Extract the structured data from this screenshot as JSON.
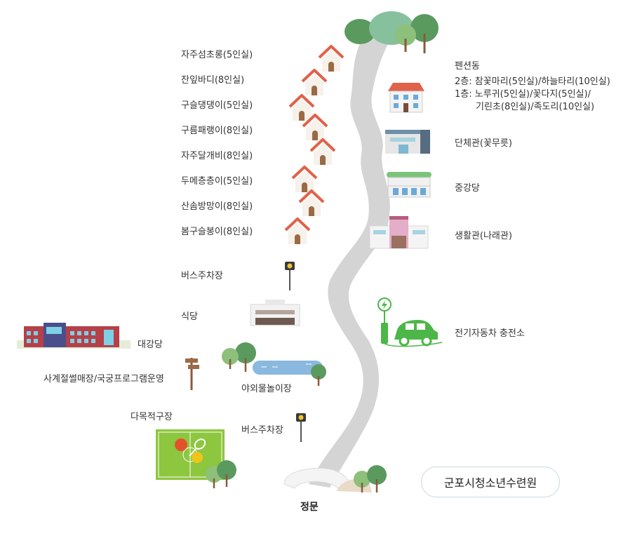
{
  "title": "군포시청소년수련원",
  "gate_label": "정문",
  "cabins": [
    "자주섬초롱(5인실)",
    "잔잎바디(8인실)",
    "구슬댕댕이(5인실)",
    "구름패랭이(8인실)",
    "자주달개비(8인실)",
    "두메층층이(5인실)",
    "산솜방망이(8인실)",
    "봄구슬봉이(8인실)"
  ],
  "pension": {
    "name": "펜션동",
    "floor2_label": "2층:",
    "floor2_rooms": "참꽃마리(5인실)/하늘타리(10인실)",
    "floor1_label": "1층:",
    "floor1_rooms_line1": "노루귀(5인실)/꽃다지(5인실)/",
    "floor1_rooms_line2": "기린초(8인실)/족도리(10인실)"
  },
  "facilities": {
    "training_hall": "단체관(꽃무릇)",
    "middle_hall": "중강당",
    "living_hall": "생활관(나래관)",
    "bus_stop_upper": "버스주차장",
    "cafeteria": "식당",
    "auditorium": "대강당",
    "program_area": "사계절썰매장/국궁프로그램운영",
    "water_play": "야외물놀이장",
    "field": "다목적구장",
    "bus_stop_lower": "버스주차장",
    "ev_charging": "전기자동차 충전소"
  },
  "colors": {
    "road": "#d4d4d4",
    "roof": "#e0624a",
    "tree_green": "#7fb36a",
    "tree_dark": "#5a9a5f",
    "field_green": "#8dc63f",
    "pool_blue": "#8ab8de",
    "ev_green": "#4cb748"
  }
}
